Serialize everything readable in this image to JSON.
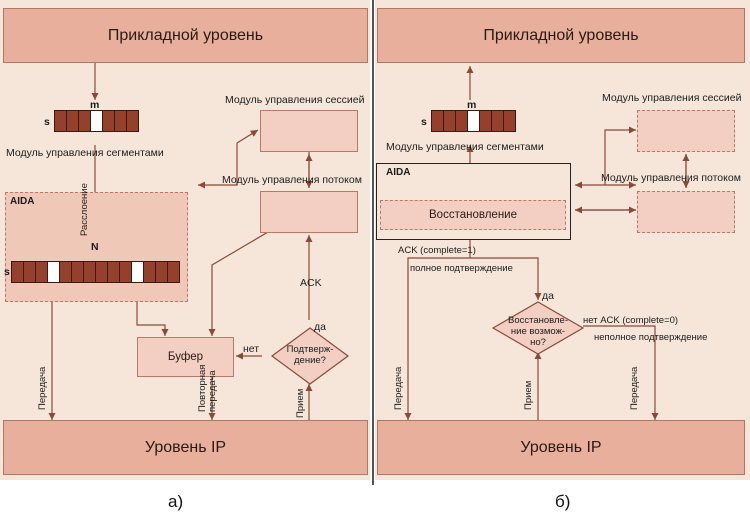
{
  "left": {
    "app_layer": "Прикладной уровень",
    "ip_layer": "Уровень IP",
    "segment_module": "Модуль управления сегментами",
    "session_module": "Модуль управления сессией",
    "flow_module": "Модуль управления потоком",
    "aida": "AIDA",
    "split": "Расслоение",
    "m": "m",
    "s": "s",
    "N": "N",
    "buffer": "Буфер",
    "no": "нет",
    "yes": "да",
    "ack": "ACK",
    "decision": "Подтверж-дение?",
    "send": "Передача",
    "resend": "Повторная передача",
    "receive": "Прием"
  },
  "right": {
    "app_layer": "Прикладной уровень",
    "ip_layer": "Уровень IP",
    "segment_module": "Модуль управления сегментами",
    "session_module": "Модуль управления сессией",
    "flow_module": "Модуль управления потоком",
    "aida": "AIDA",
    "recovery": "Восстановление",
    "m": "m",
    "s": "s",
    "ack_full": "ACK (complete=1)",
    "full_confirm": "полное подтверждение",
    "yes": "да",
    "no_ack": "нет ACK (complete=0)",
    "partial_confirm": "неполное подтверждение",
    "decision": "Восстановле-ние возмож-но?",
    "send_left": "Передача",
    "receive": "Прием",
    "send_right": "Передача"
  },
  "captions": {
    "a": "а)",
    "b": "б)"
  },
  "colors": {
    "panel": "#f6e6d9",
    "layer": "#e8b09c",
    "box": "#f2cfc2",
    "segment": "#94402c",
    "wire": "#8a4a3a"
  }
}
